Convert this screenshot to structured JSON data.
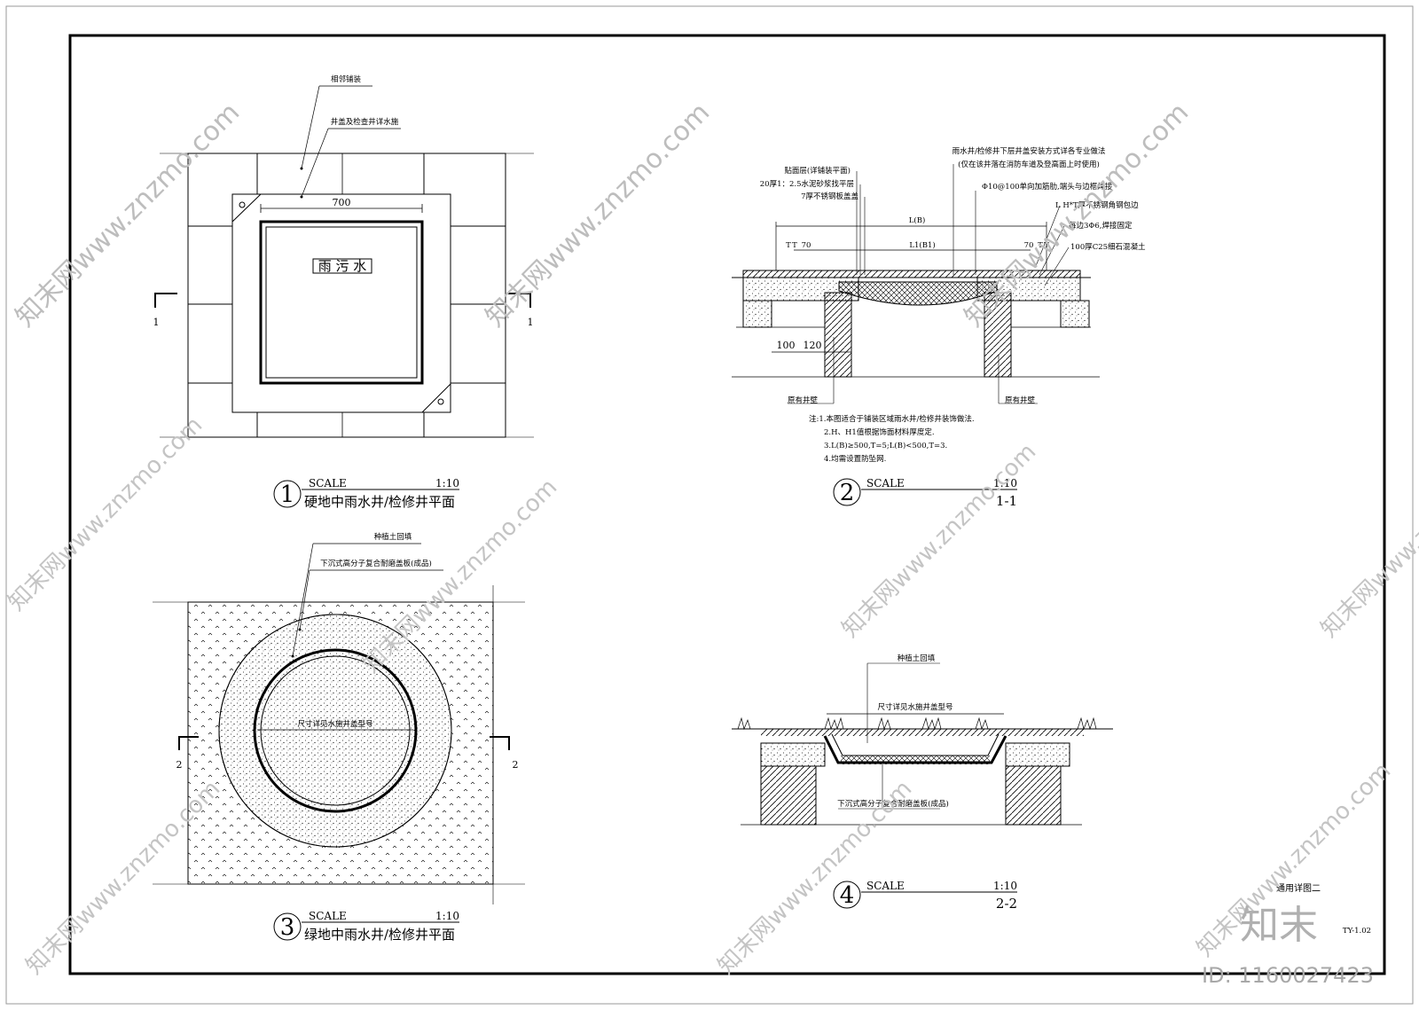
{
  "sheet": {
    "title": "通用详图二",
    "number": "TY-1.02",
    "brand": "知末",
    "id_text": "ID: 1160027423",
    "watermark_text": "知末网www.znzmo.com"
  },
  "views": [
    {
      "num": "1",
      "scale_word": "SCALE",
      "scale": "1:10",
      "title": "硬地中雨水井/检修井平面",
      "labels": {
        "paving": "相邻铺装",
        "cover": "井盖及检查井详水施",
        "dim700": "700",
        "cover_text": "雨 污 水",
        "section_left": "1",
        "section_right": "1"
      }
    },
    {
      "num": "2",
      "scale_word": "SCALE",
      "scale": "1:10",
      "title": "1-1",
      "labels": {
        "surface": "贴面层(详铺装平面)",
        "mortar": "20厚1：2.5水泥砂浆找平层",
        "steel_plate": "7厚不锈钢板盖盖",
        "install_1": "雨水井/检修井下层井盖安装方式详各专业做法",
        "install_2": "(仅在该井落在消防车道及登高面上时使用)",
        "rebar": "Φ10@100单向加筋肋,端头与边框焊接",
        "angle_steel": "L H*T厚不锈钢角钢包边",
        "weld": "每边3Φ6,焊接固定",
        "concrete": "100厚C25细石混凝土",
        "LB": "L(B)",
        "L1B1": "L1(B1)",
        "d70_left": "70",
        "d70_right": "70",
        "T_left": "T",
        "T_left2": "T",
        "T_right": "T",
        "T_right2": "T",
        "d100": "100",
        "d120": "120",
        "wall_left": "原有井壁",
        "wall_right": "原有井壁",
        "note1": "注:1.本图适合于铺装区域雨水井/检修井装饰做法.",
        "note2": "2.H、H1值根据饰面材料厚度定.",
        "note3": "3.L(B)≥500,T=5;L(B)<500,T=3.",
        "note4": "4.均需设置防坠网."
      }
    },
    {
      "num": "3",
      "scale_word": "SCALE",
      "scale": "1:10",
      "title": "绿地中雨水井/检修井平面",
      "labels": {
        "soil": "种植土回填",
        "cover": "下沉式高分子复合耐磨盖板(成品)",
        "size": "尺寸详见水施井盖型号",
        "section_left": "2",
        "section_right": "2"
      }
    },
    {
      "num": "4",
      "scale_word": "SCALE",
      "scale": "1:10",
      "title": "2-2",
      "labels": {
        "soil": "种植土回填",
        "size": "尺寸详见水施井盖型号",
        "cover": "下沉式高分子复合耐磨盖板(成品)"
      }
    }
  ]
}
